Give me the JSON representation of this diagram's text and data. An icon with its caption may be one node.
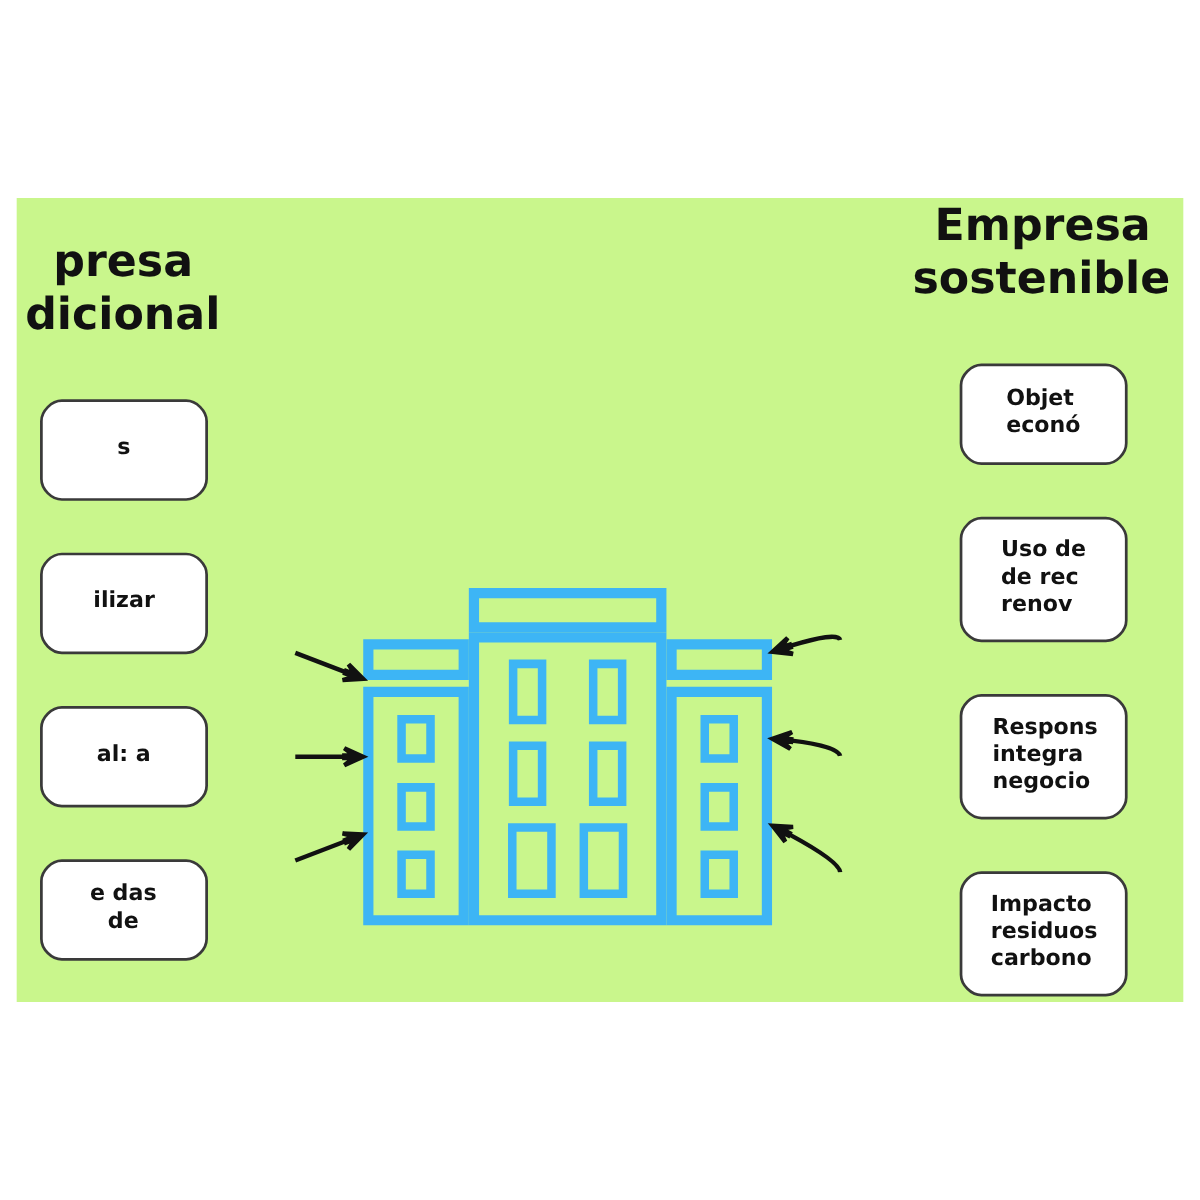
{
  "diagram": {
    "nodes": [
      {
        "text": [
          "s"
        ]
      },
      {
        "text": [
          "ilizar"
        ]
      },
      {
        "text": [
          "al: a"
        ]
      },
      {
        "text": [
          "e das de"
        ]
      },
      {
        "text": [],
        "shape": "picture"
      },
      {
        "text": [
          "Objet econó"
        ]
      },
      {
        "text": [
          "Uso de de rec renov"
        ]
      },
      {
        "text": [
          "Respons integra negocio"
        ]
      },
      {
        "text": [
          "Impacto residuos carbono"
        ]
      }
    ],
    "edges": [
      {
        "from": null,
        "to": 4,
        "arrow": "to"
      },
      {
        "from": null,
        "to": 4,
        "arrow": "to"
      },
      {
        "from": null,
        "to": 4,
        "arrow": "to"
      },
      {
        "from": null,
        "to": 4,
        "arrow": "to"
      },
      {
        "from": null,
        "to": 4,
        "arrow": "to"
      },
      {
        "from": null,
        "to": 4,
        "arrow": "to"
      }
    ],
    "labels": [
      "presa dicional",
      "Empresa sostenible"
    ]
  }
}
